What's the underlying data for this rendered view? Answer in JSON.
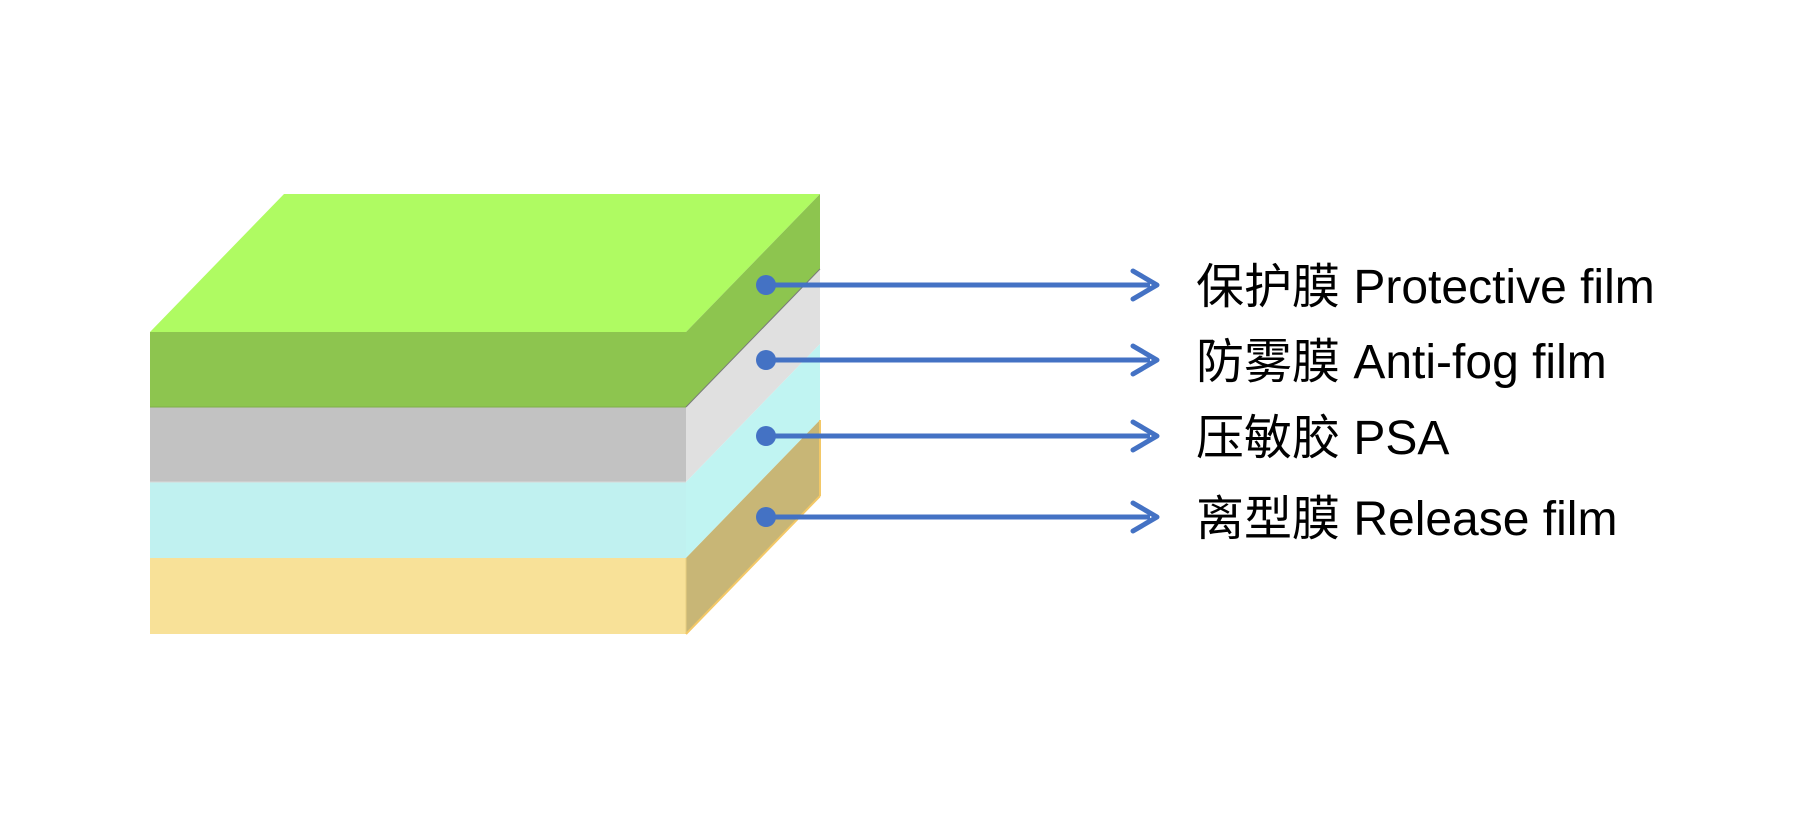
{
  "diagram": {
    "layers": [
      {
        "id": "protective",
        "label": "保护膜 Protective film",
        "front_color": "#8DC54F",
        "side_color": "#8DC54F",
        "top_color": "#AFFB62"
      },
      {
        "id": "antifog",
        "label": "防雾膜 Anti-fog film",
        "front_color": "#C2C2C2",
        "side_color": "#E0E0E0"
      },
      {
        "id": "psa",
        "label": "压敏胶 PSA",
        "front_color": "#C0F1F0",
        "side_color": "#C0F4F2"
      },
      {
        "id": "release",
        "label": "离型膜 Release film",
        "front_color": "#F8E198",
        "side_color": "#C8B676"
      }
    ],
    "arrow_color": "#4472C4"
  }
}
